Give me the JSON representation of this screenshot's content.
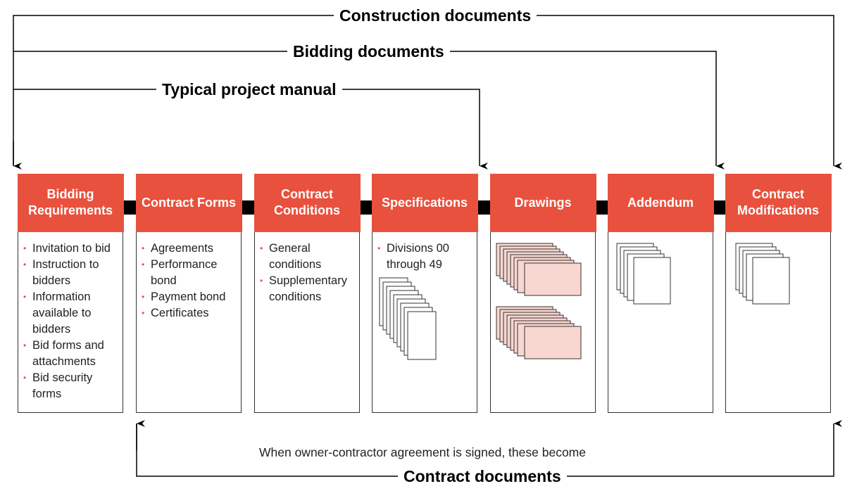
{
  "brackets": {
    "construction": "Construction documents",
    "bidding": "Bidding documents",
    "manual": "Typical project manual"
  },
  "columns": [
    {
      "title": "Bidding Requirements",
      "items": [
        "Invitation to bid",
        "Instruction to bidders",
        "Information available to bidders",
        "Bid forms and attachments",
        "Bid security forms"
      ]
    },
    {
      "title": "Contract Forms",
      "items": [
        "Agreements",
        "Performance bond",
        "Payment bond",
        "Certificates"
      ]
    },
    {
      "title": "Contract Conditions",
      "items": [
        "General conditions",
        "Supplementary conditions"
      ]
    },
    {
      "title": "Specifications",
      "items": [
        "Divisions 00 through 49"
      ]
    },
    {
      "title": "Drawings",
      "items": []
    },
    {
      "title": "Addendum",
      "items": []
    },
    {
      "title": "Contract Modifications",
      "items": []
    }
  ],
  "footer": {
    "note": "When owner-contractor agreement is signed, these become",
    "label": "Contract documents"
  },
  "colors": {
    "header": "#e8513d",
    "drawing_sheet": "#f8d7d0",
    "line": "#000000"
  }
}
